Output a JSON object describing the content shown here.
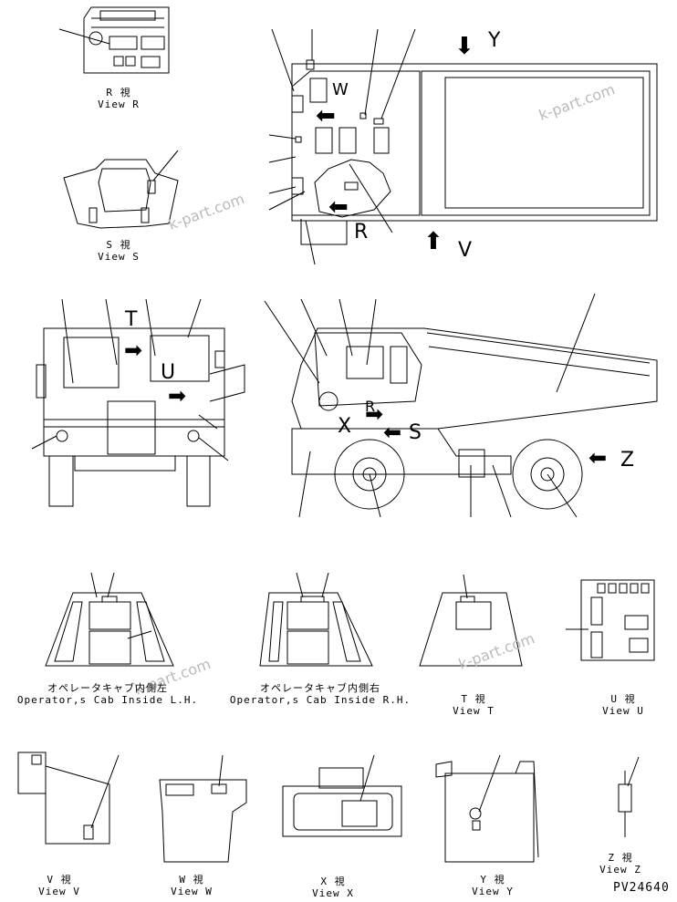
{
  "drawing_code": "PV24640",
  "watermark": "k-part.com",
  "view_letters": [
    "Y",
    "W",
    "R",
    "V",
    "T",
    "U",
    "X",
    "R",
    "S",
    "Z"
  ],
  "views": [
    {
      "jp": "R  視",
      "en": "View R"
    },
    {
      "jp": "S  視",
      "en": "View S"
    },
    {
      "jp": "オペレータキャブ内側左",
      "en": "Operator,s Cab Inside L.H."
    },
    {
      "jp": "オペレータキャブ内側右",
      "en": "Operator,s Cab Inside R.H."
    },
    {
      "jp": "T  視",
      "en": "View T"
    },
    {
      "jp": "U  視",
      "en": "View U"
    },
    {
      "jp": "V  視",
      "en": "View V"
    },
    {
      "jp": "W  視",
      "en": "View W"
    },
    {
      "jp": "X  視",
      "en": "View X"
    },
    {
      "jp": "Y  視",
      "en": "View Y"
    },
    {
      "jp": "Z  視",
      "en": "View Z"
    }
  ]
}
